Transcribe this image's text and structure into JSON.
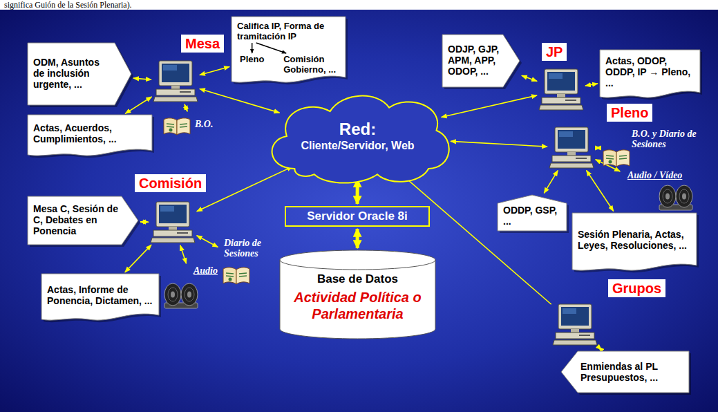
{
  "diagram": {
    "nodes": [
      {
        "text": [
          "Mesa"
        ]
      },
      {
        "text": [
          "ODM, Asuntos de inclusión urgente, ..."
        ]
      },
      {
        "text": [
          "Califica IP, Forma de tramitación IP",
          "Pleno",
          "Comisión",
          "Gobierno, ..."
        ]
      },
      {
        "text": [
          "Actas, Acuerdos, Cumplimientos, ..."
        ]
      },
      {
        "text": [
          "B.O."
        ]
      },
      {
        "text": [
          "JP"
        ]
      },
      {
        "text": [
          "ODJP, GJP, APM, APP, ODOP, ..."
        ]
      },
      {
        "text": [
          "Actas, ODOP, ODDP, IP → Pleno, ..."
        ]
      },
      {
        "text": [
          "Red:",
          "Cliente/Servidor, Web"
        ]
      },
      {
        "text": [
          "Pleno"
        ]
      },
      {
        "text": [
          "B.O. y Diario de Sesiones"
        ]
      },
      {
        "text": [
          "Audio / Vídeo"
        ]
      },
      {
        "text": [
          "Comisión"
        ]
      },
      {
        "text": [
          "Mesa C, Sesión de C, Debates en Ponencia"
        ]
      },
      {
        "text": [
          "ODDP, GSP, ..."
        ]
      },
      {
        "text": [
          "Sesión Plenaria, Actas, Leyes, Resoluciones, ..."
        ]
      },
      {
        "text": [
          "Diario de Sesiones"
        ]
      },
      {
        "text": [
          "Actas, Informe de Ponencia, Dictamen, ..."
        ]
      },
      {
        "text": [
          "Audio"
        ]
      },
      {
        "text": [
          "Servidor Oracle 8i"
        ]
      },
      {
        "text": [
          "Grupos"
        ]
      },
      {
        "text": [
          "Base de Datos",
          "Actividad Política o Parlamentaria"
        ]
      },
      {
        "text": [
          "Enmiendas al PL Presupuestos, ..."
        ]
      }
    ],
    "edges": [
      {
        "from": 1,
        "to": 0,
        "arrow": "both"
      },
      {
        "from": 0,
        "to": 2,
        "arrow": "both"
      },
      {
        "from": 0,
        "to": 3,
        "arrow": "both"
      },
      {
        "from": 0,
        "to": 4,
        "arrow": "both"
      },
      {
        "from": 0,
        "to": 8,
        "arrow": "both"
      },
      {
        "from": 5,
        "to": 6,
        "arrow": "both"
      },
      {
        "from": 5,
        "to": 7,
        "arrow": "both"
      },
      {
        "from": 5,
        "to": 8,
        "arrow": "both"
      },
      {
        "from": 9,
        "to": 8,
        "arrow": "both"
      },
      {
        "from": 9,
        "to": 10,
        "arrow": "both"
      },
      {
        "from": 9,
        "to": 11,
        "arrow": "both"
      },
      {
        "from": 9,
        "to": 14,
        "arrow": "both"
      },
      {
        "from": 9,
        "to": 15,
        "arrow": "both"
      },
      {
        "from": 12,
        "to": 8,
        "arrow": "both"
      },
      {
        "from": 12,
        "to": 13,
        "arrow": "both"
      },
      {
        "from": 12,
        "to": 17,
        "arrow": "both"
      },
      {
        "from": 12,
        "to": 16,
        "arrow": "both"
      },
      {
        "from": 12,
        "to": 18,
        "arrow": "both"
      },
      {
        "from": 20,
        "to": 8,
        "arrow": "to"
      },
      {
        "from": 20,
        "to": 22,
        "arrow": "both"
      },
      {
        "from": 8,
        "to": 19,
        "arrow": "both"
      },
      {
        "from": 19,
        "to": 21,
        "arrow": "both"
      }
    ],
    "labels": [
      "significa Guión de la Sesión Plenaria)."
    ]
  }
}
